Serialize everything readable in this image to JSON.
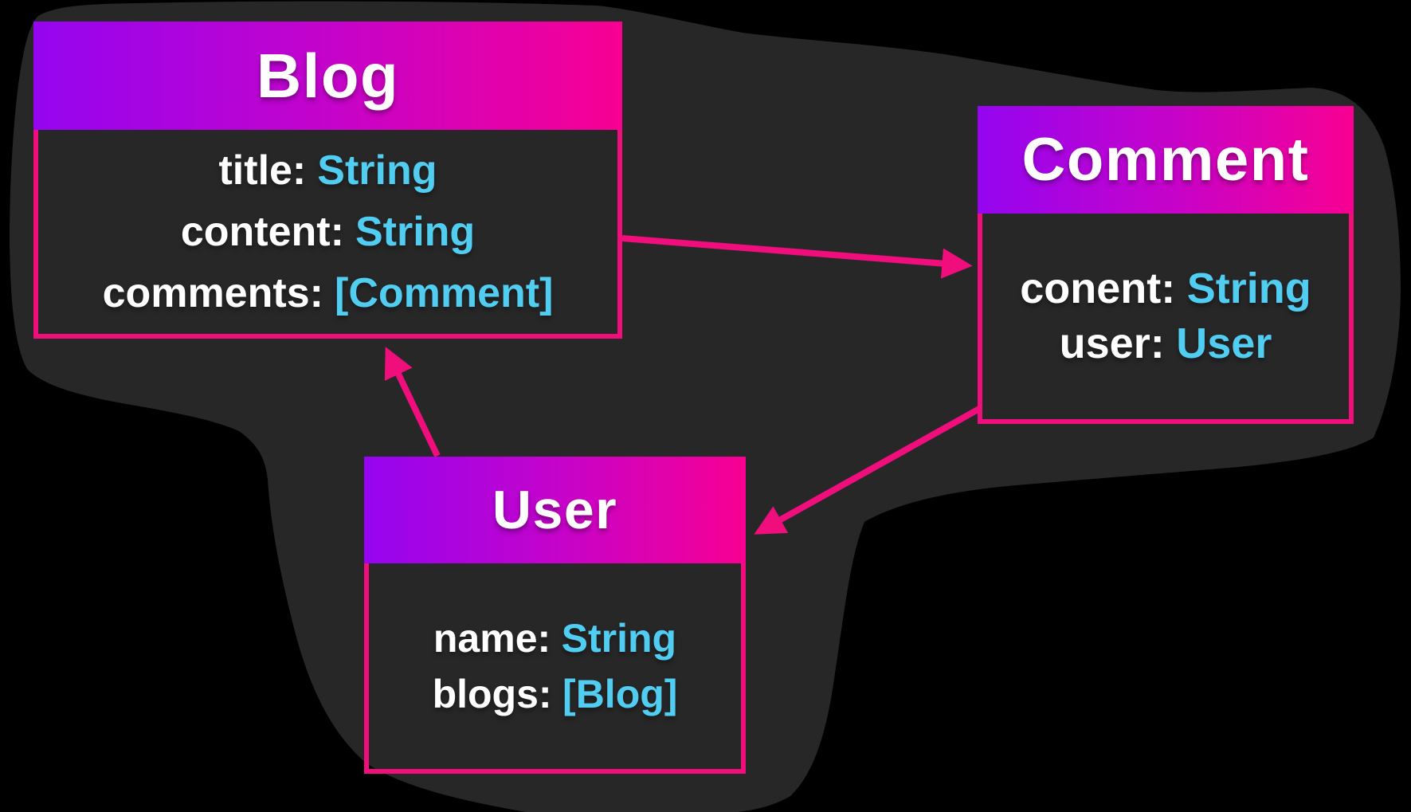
{
  "diagram": {
    "entities": {
      "blog": {
        "title": "Blog",
        "fields": [
          {
            "name": "title:",
            "type": "String"
          },
          {
            "name": "content:",
            "type": "String"
          },
          {
            "name": "comments:",
            "type": "[Comment]"
          }
        ]
      },
      "comment": {
        "title": "Comment",
        "fields": [
          {
            "name": "conent:",
            "type": "String"
          },
          {
            "name": "user:",
            "type": "User"
          }
        ]
      },
      "user": {
        "title": "User",
        "fields": [
          {
            "name": "name:",
            "type": "String"
          },
          {
            "name": "blogs:",
            "type": "[Blog]"
          }
        ]
      }
    },
    "relations": [
      {
        "from": "Blog",
        "to": "Comment"
      },
      {
        "from": "Comment",
        "to": "User"
      },
      {
        "from": "User",
        "to": "Blog"
      }
    ],
    "colors": {
      "background": "#000000",
      "panel": "#272728",
      "accent_pink": "#ef0e7b",
      "type_cyan": "#50cdf1",
      "text_white": "#ffffff",
      "gradient_start": "#9505f0",
      "gradient_mid": "#c603c9",
      "gradient_end": "#f80092"
    }
  }
}
